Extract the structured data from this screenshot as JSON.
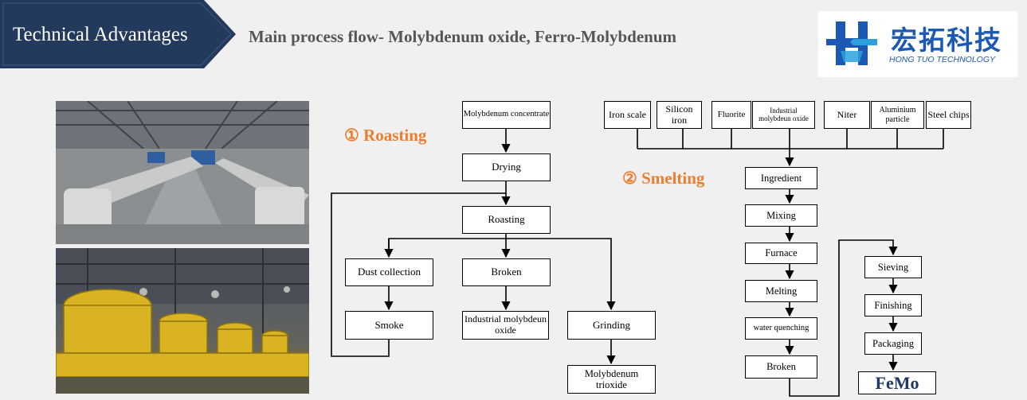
{
  "header": {
    "section_label": "Technical Advantages",
    "title": "Main process flow- Molybdenum oxide, Ferro-Molybdenum"
  },
  "logo": {
    "cn_text": "宏拓科技",
    "en_text": "HONG TUO TECHNOLOGY",
    "color": "#1b59b5"
  },
  "colors": {
    "header_bg": "#233a5c",
    "section_heading": "#ec7d31",
    "femo_text": "#1f3864"
  },
  "roasting": {
    "heading": "① Roasting",
    "concentrate": "Molybdenum concentrate",
    "drying": "Drying",
    "roasting": "Roasting",
    "dust_collection": "Dust collection",
    "broken": "Broken",
    "smoke": "Smoke",
    "industrial_oxide": "Industrial molybdeun oxide",
    "grinding": "Grinding",
    "trioxide": "Molybdenum trioxide"
  },
  "smelting": {
    "heading": "② Smelting",
    "inputs": [
      "Iron scale",
      "Silicon iron",
      "Fluorite",
      "Industrial molybdeun oxide",
      "Niter",
      "Aluminium particle",
      "Steel chips"
    ],
    "ingredient": "Ingredient",
    "mixing": "Mixing",
    "furnace": "Furnace",
    "melting": "Melting",
    "water_quenching": "water quenching",
    "broken": "Broken",
    "sieving": "Sieving",
    "finishing": "Finishing",
    "packaging": "Packaging",
    "product": "FeMo"
  }
}
